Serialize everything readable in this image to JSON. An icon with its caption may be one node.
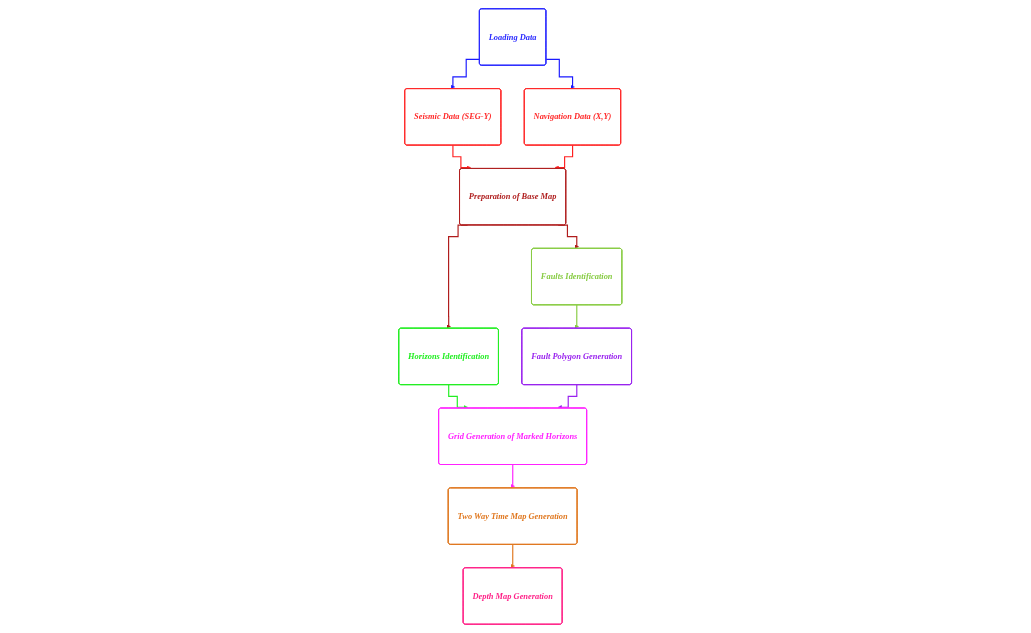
{
  "diagram": {
    "nodes": [
      {
        "text": [
          "Loading Data"
        ]
      },
      {
        "text": [
          "Seismic Data (SEG-Y)"
        ]
      },
      {
        "text": [
          "Navigation Data (X,Y)"
        ]
      },
      {
        "text": [
          "Preparation of Base Map"
        ]
      },
      {
        "text": [
          "Horizons Identification"
        ]
      },
      {
        "text": [
          "Faults Identification"
        ]
      },
      {
        "text": [
          "Grid Generation of Marked Horizons"
        ]
      },
      {
        "text": [
          "Fault Polygon Generation"
        ]
      },
      {
        "text": [
          "Two Way Time Map Generation"
        ]
      },
      {
        "text": [
          "Depth Map Generation"
        ]
      }
    ],
    "edges": [
      {
        "from": 0,
        "to": 1,
        "arrow": "to",
        "color": "#1a1aff"
      },
      {
        "from": 0,
        "to": 2,
        "arrow": "to",
        "color": "#1a1aff"
      },
      {
        "from": 1,
        "to": 3,
        "arrow": "to",
        "color": "#ff2020"
      },
      {
        "from": 2,
        "to": 3,
        "arrow": "to",
        "color": "#ff2020"
      },
      {
        "from": 3,
        "to": 4,
        "arrow": "to",
        "color": "#b01c1c"
      },
      {
        "from": 3,
        "to": 5,
        "arrow": "to",
        "color": "#b01c1c"
      },
      {
        "from": 4,
        "to": 6,
        "arrow": "to",
        "color": "#22ee22"
      },
      {
        "from": 5,
        "to": 7,
        "arrow": "to",
        "color": "#88cc44"
      },
      {
        "from": 7,
        "to": 6,
        "arrow": "to",
        "color": "#9922ee"
      },
      {
        "from": 6,
        "to": 8,
        "arrow": "to",
        "color": "#ff22ff"
      },
      {
        "from": 8,
        "to": 9,
        "arrow": "to",
        "color": "#e07820"
      }
    ]
  }
}
